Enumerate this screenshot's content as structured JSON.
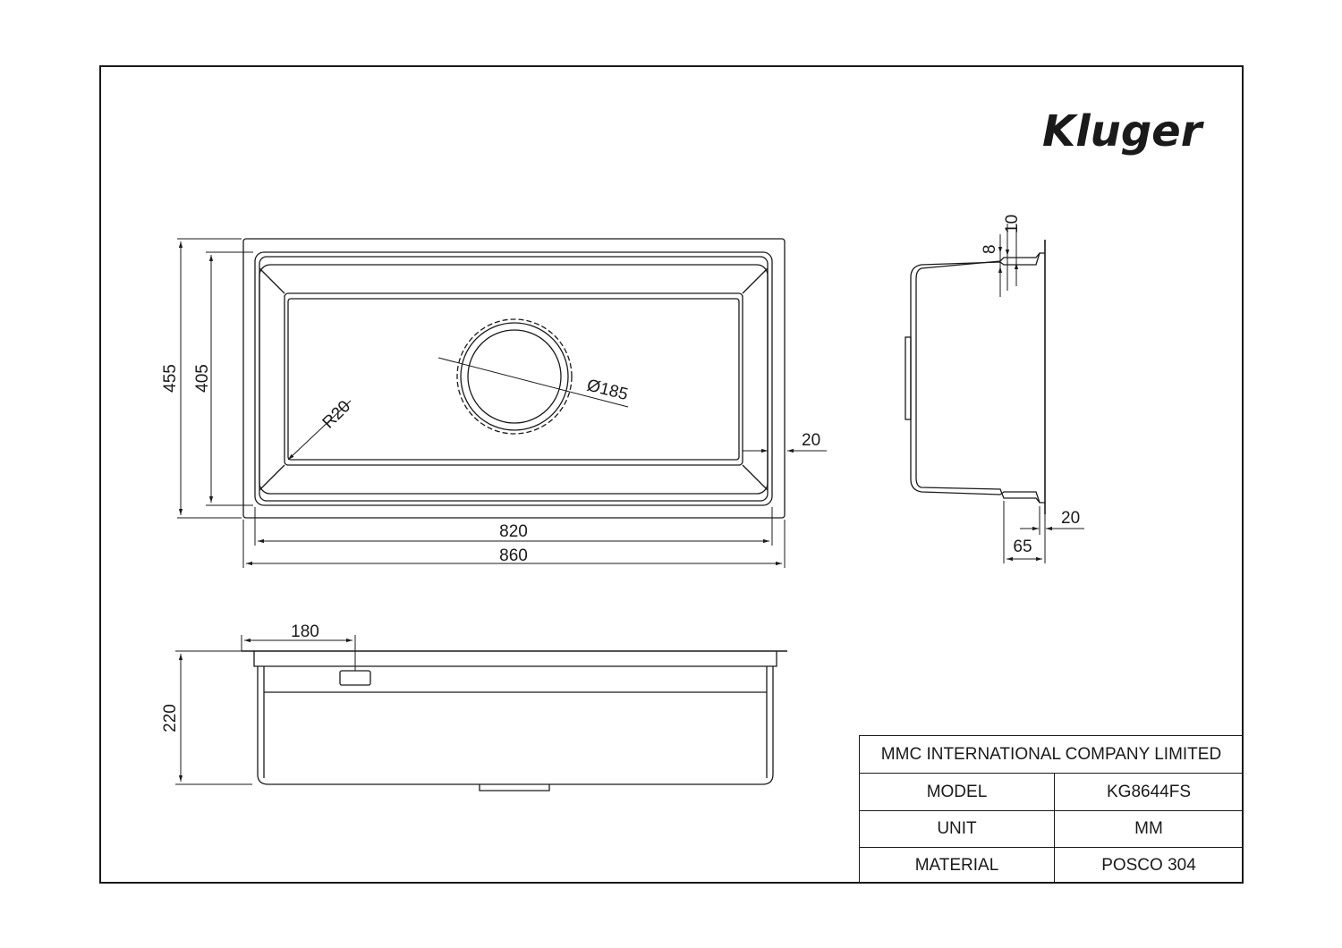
{
  "brand": {
    "logo_text": "Kluger"
  },
  "title_block": {
    "company": "MMC INTERNATIONAL COMPANY LIMITED",
    "rows": [
      {
        "key": "MODEL",
        "value": "KG8644FS"
      },
      {
        "key": "UNIT",
        "value": "MM"
      },
      {
        "key": "MATERIAL",
        "value": "POSCO 304"
      }
    ]
  },
  "dimensions": {
    "top_view": {
      "outer_depth": "455",
      "inner_depth": "405",
      "corner_radius": "R20",
      "drain_diameter": "Ø185",
      "side_gap": "20",
      "inner_width": "820",
      "outer_width": "860"
    },
    "side_view": {
      "flange_8": "8",
      "flange_10": "10",
      "gap_20": "20",
      "offset_65": "65"
    },
    "front_view": {
      "overflow_offset": "180",
      "bowl_height": "220"
    }
  }
}
